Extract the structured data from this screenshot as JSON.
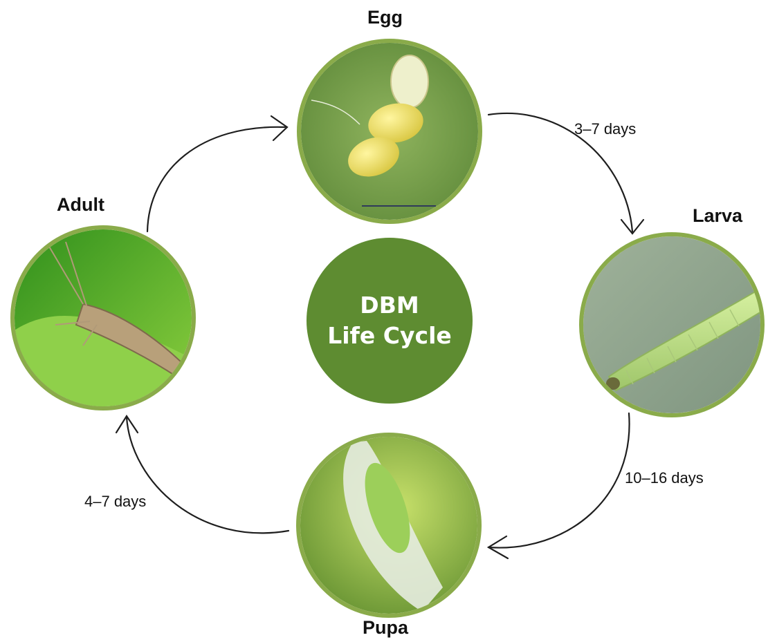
{
  "center": {
    "line1": "DBM",
    "line2": "Life Cycle"
  },
  "stages": [
    {
      "id": "egg",
      "label": "Egg",
      "icon": "egg-cluster-photo"
    },
    {
      "id": "larva",
      "label": "Larva",
      "icon": "caterpillar-photo"
    },
    {
      "id": "pupa",
      "label": "Pupa",
      "icon": "cocoon-photo"
    },
    {
      "id": "adult",
      "label": "Adult",
      "icon": "moth-photo"
    }
  ],
  "durations": {
    "egg_to_larva": "3–7 days",
    "larva_to_pupa": "10–16 days",
    "pupa_to_adult": "4–7 days"
  },
  "colors": {
    "ring": "#8aab4a",
    "center_fill": "#5e8c31",
    "center_text": "#ffffff",
    "arrow": "#1e1e1e"
  }
}
